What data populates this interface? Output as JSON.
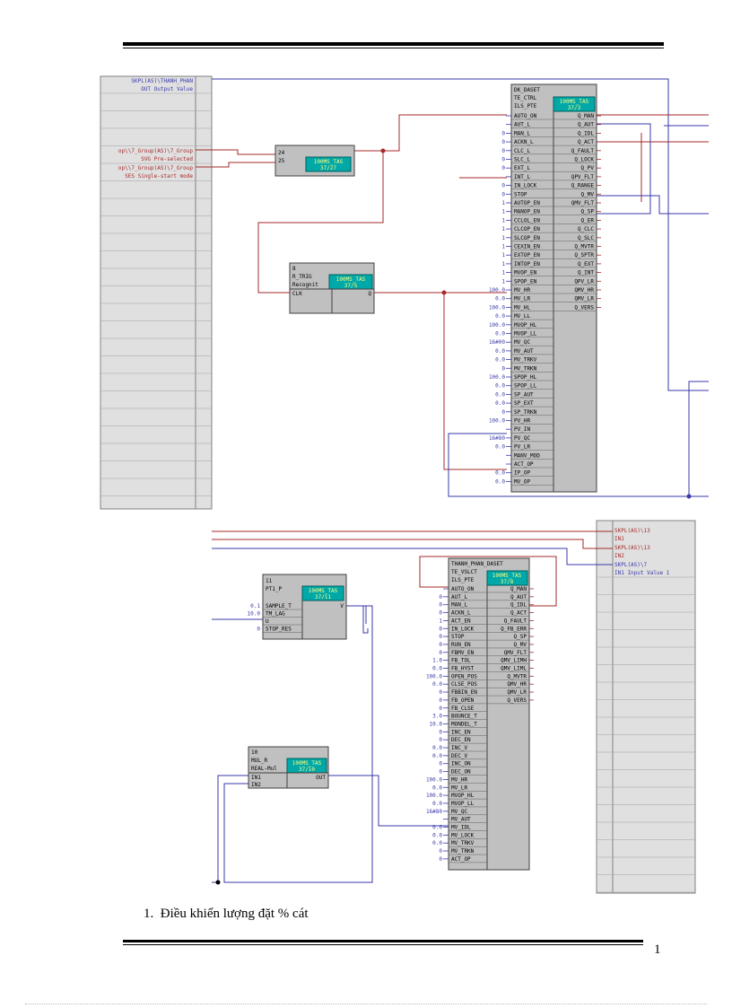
{
  "sheet_top": {
    "left_bar": {
      "ref1": "SKPL(AS)\\THANH_PHAN",
      "ref1_desc": "OUT Output Value",
      "ref2": "op\\\\7_Group(AS)\\7_Group",
      "ref2_desc": "SVG Pre-selected",
      "ref3": "op\\\\7_Group(AS)\\7_Group",
      "ref3_desc": "SES Single-start mode"
    },
    "block_24": {
      "id": "24",
      "name": "25",
      "runtime": "100MS_TAS",
      "seq": "37/27"
    },
    "block_b": {
      "id": "8",
      "name": "R_TRIG",
      "comment": "Recognit",
      "runtime": "100MS_TAS",
      "seq": "37/5",
      "in_pin": "CLK",
      "out_pin": "Q"
    },
    "block_main": {
      "name": "DK_DASET",
      "type": "TE_CTRL",
      "comment": "ILS_PTE",
      "runtime": "100MS_TAS",
      "seq": "37/3",
      "inputs": [
        {
          "v": "",
          "p": "AUTO_ON"
        },
        {
          "v": "",
          "p": "AUT_L"
        },
        {
          "v": "0",
          "p": "MAN_L"
        },
        {
          "v": "0",
          "p": "ACKN_L"
        },
        {
          "v": "0",
          "p": "CLC_L"
        },
        {
          "v": "0",
          "p": "SLC_L"
        },
        {
          "v": "0",
          "p": "EXT_L"
        },
        {
          "v": "",
          "p": "INT_L"
        },
        {
          "v": "0",
          "p": "IN_LOCK"
        },
        {
          "v": "0",
          "p": "STOP"
        },
        {
          "v": "1",
          "p": "AUTOP_EN"
        },
        {
          "v": "1",
          "p": "MANOP_EN"
        },
        {
          "v": "1",
          "p": "CCLOL_EN"
        },
        {
          "v": "1",
          "p": "CLCOP_EN"
        },
        {
          "v": "1",
          "p": "SLCOP_EN"
        },
        {
          "v": "1",
          "p": "CEXIN_EN"
        },
        {
          "v": "1",
          "p": "EXTOP_EN"
        },
        {
          "v": "1",
          "p": "INTOP_EN"
        },
        {
          "v": "1",
          "p": "MVOP_EN"
        },
        {
          "v": "1",
          "p": "SPOP_EN"
        },
        {
          "v": "100.0",
          "p": "MV_HR"
        },
        {
          "v": "0.0",
          "p": "MV_LR"
        },
        {
          "v": "100.0",
          "p": "MV_HL"
        },
        {
          "v": "0.0",
          "p": "MV_LL"
        },
        {
          "v": "100.0",
          "p": "MVOP_HL"
        },
        {
          "v": "0.0",
          "p": "MVOP_LL"
        },
        {
          "v": "16#00",
          "p": "MV_QC"
        },
        {
          "v": "0.0",
          "p": "MV_AUT"
        },
        {
          "v": "0.0",
          "p": "MV_TRKV"
        },
        {
          "v": "0",
          "p": "MV_TRKN"
        },
        {
          "v": "100.0",
          "p": "SPOP_HL"
        },
        {
          "v": "0.0",
          "p": "SPOP_LL"
        },
        {
          "v": "0.0",
          "p": "SP_AUT"
        },
        {
          "v": "0.0",
          "p": "SP_EXT"
        },
        {
          "v": "0",
          "p": "SP_TRKN"
        },
        {
          "v": "100.0",
          "p": "PV_HR"
        },
        {
          "v": "",
          "p": "PV_IN"
        },
        {
          "v": "16#80",
          "p": "PV_QC"
        },
        {
          "v": "0.0",
          "p": "PV_LR"
        },
        {
          "v": "",
          "p": "MANV_MOD"
        },
        {
          "v": "",
          "p": "ACT_OP"
        },
        {
          "v": "0.0",
          "p": "IP_OP"
        },
        {
          "v": "0.0",
          "p": "MV_OP"
        }
      ],
      "outputs": [
        "Q_MAN",
        "Q_AUT",
        "Q_IDL",
        "Q_ACT",
        "Q_FAULT",
        "Q_LOCK",
        "Q_PV",
        "QPV_FLT",
        "Q_RANGE",
        "Q_MV",
        "QMV_FLT",
        "Q_SP",
        "Q_ER",
        "Q_CLC",
        "Q_SLC",
        "Q_MVTR",
        "Q_SPTR",
        "Q_EXT",
        "Q_INT",
        "QPV_LR",
        "QMV_HR",
        "QMV_LR",
        "Q_VERS"
      ]
    }
  },
  "sheet_bottom": {
    "block_pt1": {
      "id": "11",
      "name": "PT1_P",
      "runtime": "100MS_TAS",
      "seq": "37/11",
      "inputs": [
        {
          "v": "0.1",
          "p": "SAMPLE_T"
        },
        {
          "v": "10.0",
          "p": "TM_LAG"
        },
        {
          "v": "",
          "p": "U"
        },
        {
          "v": "0",
          "p": "STOP_RES"
        }
      ],
      "out_pin": "V"
    },
    "block_mul": {
      "id": "10",
      "name": "MUL_R",
      "comment": "REAL-Mul",
      "runtime": "100MS_TAS",
      "seq": "37/10",
      "inputs": [
        "IN1",
        "IN2"
      ],
      "out_pin": "OUT"
    },
    "block_valve": {
      "name": "THANH_PHAN_DASET",
      "type": "TE_VSLCT",
      "comment": "ILS_PTE",
      "runtime": "100MS_TAS",
      "seq": "37/8",
      "inputs": [
        {
          "v": "",
          "p": "AUTO_ON"
        },
        {
          "v": "0",
          "p": "AUT_L"
        },
        {
          "v": "0",
          "p": "MAN_L"
        },
        {
          "v": "0",
          "p": "ACKN_L"
        },
        {
          "v": "1",
          "p": "ACT_EN"
        },
        {
          "v": "0",
          "p": "IN_LOCK"
        },
        {
          "v": "0",
          "p": "STOP"
        },
        {
          "v": "0",
          "p": "RUN_EN"
        },
        {
          "v": "0",
          "p": "FBMV_EN"
        },
        {
          "v": "1.0",
          "p": "FB_TOL"
        },
        {
          "v": "0.0",
          "p": "FB_HYST"
        },
        {
          "v": "100.0",
          "p": "OPEN_POS"
        },
        {
          "v": "0.0",
          "p": "CLSE_POS"
        },
        {
          "v": "0",
          "p": "FBBIN_EN"
        },
        {
          "v": "0",
          "p": "FB_OPEN"
        },
        {
          "v": "0",
          "p": "FB_CLSE"
        },
        {
          "v": "3.0",
          "p": "BOUNCE_T"
        },
        {
          "v": "10.0",
          "p": "MONDEL_T"
        },
        {
          "v": "0",
          "p": "INC_EN"
        },
        {
          "v": "0",
          "p": "DEC_EN"
        },
        {
          "v": "0.0",
          "p": "INC_V"
        },
        {
          "v": "0.0",
          "p": "DEC_V"
        },
        {
          "v": "0",
          "p": "INC_ON"
        },
        {
          "v": "0",
          "p": "DEC_ON"
        },
        {
          "v": "100.0",
          "p": "MV_HR"
        },
        {
          "v": "0.0",
          "p": "MV_LR"
        },
        {
          "v": "100.0",
          "p": "MVOP_HL"
        },
        {
          "v": "0.0",
          "p": "MVOP_LL"
        },
        {
          "v": "16#80",
          "p": "MV_QC"
        },
        {
          "v": "",
          "p": "MV_AUT"
        },
        {
          "v": "0.0",
          "p": "MV_IDL"
        },
        {
          "v": "0.0",
          "p": "MV_LOCK"
        },
        {
          "v": "0.0",
          "p": "MV_TRKV"
        },
        {
          "v": "0",
          "p": "MV_TRKN"
        },
        {
          "v": "0",
          "p": "ACT_OP"
        }
      ],
      "outputs": [
        "Q_MAN",
        "Q_AUT",
        "Q_IDL",
        "Q_ACT",
        "Q_FAULT",
        "Q_FB_ERR",
        "Q_SP",
        "Q_MV",
        "QMV_FLT",
        "QMV_LIMH",
        "QMV_LIML",
        "Q_MVTR",
        "QMV_HR",
        "QMV_LR",
        "Q_VERS"
      ]
    },
    "right_bar": {
      "ref1": "SKPL(AS)\\13",
      "ref1_pin": "IN1",
      "ref2": "SKPL(AS)\\13",
      "ref2_pin": "IN2",
      "ref3": "SKPL(AS)\\7",
      "ref3_pin": "IN1 Input Value 1"
    }
  },
  "caption": {
    "number": "1.",
    "text": "Điều khiển lượng đặt % cát"
  },
  "page_number": "1",
  "colors": {
    "wire_red": "#a52a2a",
    "wire_blue": "#3a3aaa",
    "block_fill": "#c0c0c0",
    "block_hdr": "#00a8a8"
  }
}
